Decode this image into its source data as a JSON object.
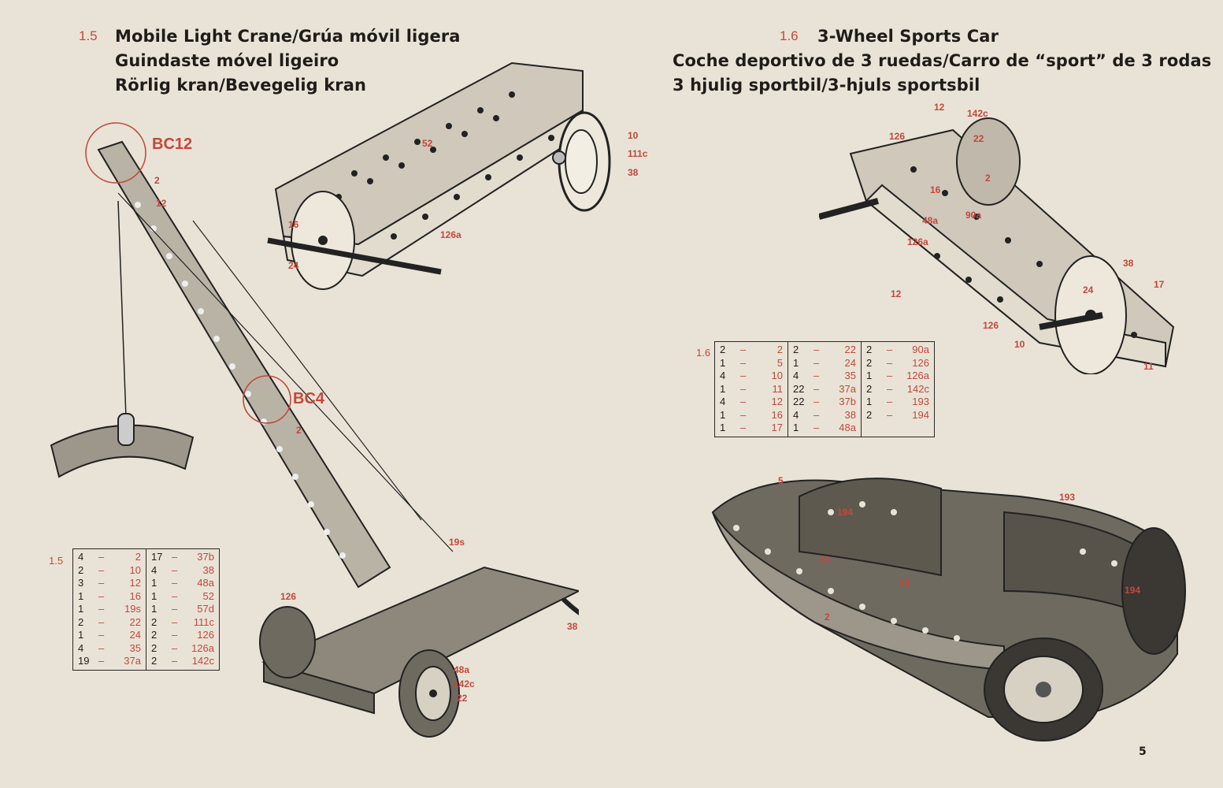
{
  "page_number": "5",
  "crane": {
    "number": "1.5",
    "title_lines": [
      "Mobile Light Crane/Grúa móvil ligera",
      "Guindaste móvel ligeiro",
      "Rörlig kran/Bevegelig kran"
    ],
    "callouts": {
      "bc12": "BC12",
      "bc4": "BC4"
    },
    "labels": {
      "l2a": "2",
      "l12a": "12",
      "l2b": "2",
      "l10": "10",
      "l111c": "111c",
      "l38a": "38",
      "l52": "52",
      "l16": "16",
      "l24": "24",
      "l126a": "126a",
      "l19s": "19s",
      "l126": "126",
      "l38b": "38",
      "l48a": "48a",
      "l142c": "142c",
      "l22": "22"
    },
    "parts_table_label": "1.5",
    "parts": [
      [
        [
          "4",
          "2"
        ],
        [
          "2",
          "10"
        ],
        [
          "3",
          "12"
        ],
        [
          "1",
          "16"
        ],
        [
          "1",
          "19s"
        ],
        [
          "2",
          "22"
        ],
        [
          "1",
          "24"
        ],
        [
          "4",
          "35"
        ],
        [
          "19",
          "37a"
        ]
      ],
      [
        [
          "17",
          "37b"
        ],
        [
          "4",
          "38"
        ],
        [
          "1",
          "48a"
        ],
        [
          "1",
          "52"
        ],
        [
          "1",
          "57d"
        ],
        [
          "2",
          "111c"
        ],
        [
          "2",
          "126"
        ],
        [
          "2",
          "126a"
        ],
        [
          "2",
          "142c"
        ]
      ]
    ]
  },
  "car": {
    "number": "1.6",
    "title_lines": [
      "3-Wheel Sports Car",
      "Coche deportivo de 3 ruedas/Carro de “sport” de 3 rodas",
      "3 hjulig sportbil/3-hjuls sportsbil"
    ],
    "labels": {
      "c12a": "12",
      "c142c": "142c",
      "c126": "126",
      "c22": "22",
      "c2": "2",
      "c16": "16",
      "c90a": "90a",
      "c48a": "48a",
      "c126a": "126a",
      "c38": "38",
      "c17": "17",
      "c12b": "12",
      "c24": "24",
      "c126b": "126",
      "c10": "10",
      "c11": "11",
      "c5": "5",
      "c193": "193",
      "c194a": "194",
      "c10b": "10",
      "c10c": "10",
      "c194b": "194",
      "c2b": "2"
    },
    "parts_table_label": "1.6",
    "parts": [
      [
        [
          "2",
          "2"
        ],
        [
          "1",
          "5"
        ],
        [
          "4",
          "10"
        ],
        [
          "1",
          "11"
        ],
        [
          "4",
          "12"
        ],
        [
          "1",
          "16"
        ],
        [
          "1",
          "17"
        ]
      ],
      [
        [
          "2",
          "22"
        ],
        [
          "1",
          "24"
        ],
        [
          "4",
          "35"
        ],
        [
          "22",
          "37a"
        ],
        [
          "22",
          "37b"
        ],
        [
          "4",
          "38"
        ],
        [
          "1",
          "48a"
        ]
      ],
      [
        [
          "2",
          "90a"
        ],
        [
          "2",
          "126"
        ],
        [
          "1",
          "126a"
        ],
        [
          "2",
          "142c"
        ],
        [
          "1",
          "193"
        ],
        [
          "2",
          "194"
        ]
      ]
    ]
  },
  "colors": {
    "accent": "#c2483a",
    "ink": "#1f1c19",
    "paper": "#e9e3d7"
  }
}
